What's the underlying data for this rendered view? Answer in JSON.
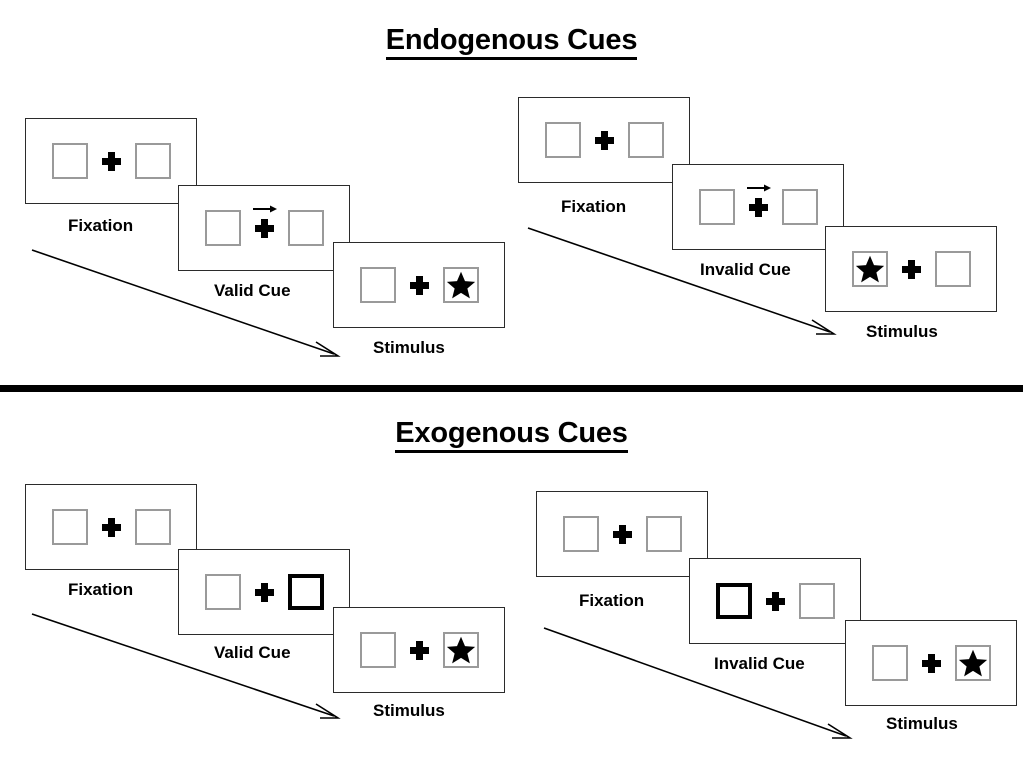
{
  "figure": {
    "background_color": "#ffffff",
    "ink_color": "#000000",
    "box_outline_color": "#9a9a9a",
    "cue_highlight_color": "#000000"
  },
  "sections": [
    {
      "id": "endogenous",
      "title": "Endogenous Cues",
      "cue_type": "central arrow cue",
      "sequences": [
        {
          "id": "endogenous-valid",
          "validity": "valid",
          "panels": [
            {
              "caption": "Fixation",
              "left_box": "empty",
              "right_box": "empty",
              "cue": "none",
              "stimulus_side": "none"
            },
            {
              "caption": "Valid Cue",
              "left_box": "empty",
              "right_box": "empty",
              "cue": "arrow-right",
              "stimulus_side": "none"
            },
            {
              "caption": "Stimulus",
              "left_box": "empty",
              "right_box": "star",
              "cue": "none",
              "stimulus_side": "right"
            }
          ]
        },
        {
          "id": "endogenous-invalid",
          "validity": "invalid",
          "panels": [
            {
              "caption": "Fixation",
              "left_box": "empty",
              "right_box": "empty",
              "cue": "none",
              "stimulus_side": "none"
            },
            {
              "caption": "Invalid Cue",
              "left_box": "empty",
              "right_box": "empty",
              "cue": "arrow-right",
              "stimulus_side": "none"
            },
            {
              "caption": "Stimulus",
              "left_box": "star",
              "right_box": "empty",
              "cue": "none",
              "stimulus_side": "left"
            }
          ]
        }
      ]
    },
    {
      "id": "exogenous",
      "title": "Exogenous Cues",
      "cue_type": "peripheral box flash",
      "sequences": [
        {
          "id": "exogenous-valid",
          "validity": "valid",
          "panels": [
            {
              "caption": "Fixation",
              "left_box": "empty",
              "right_box": "empty",
              "cue": "none",
              "stimulus_side": "none"
            },
            {
              "caption": "Valid Cue",
              "left_box": "empty",
              "right_box": "cued",
              "cue": "box-right",
              "stimulus_side": "none"
            },
            {
              "caption": "Stimulus",
              "left_box": "empty",
              "right_box": "star",
              "cue": "none",
              "stimulus_side": "right"
            }
          ]
        },
        {
          "id": "exogenous-invalid",
          "validity": "invalid",
          "panels": [
            {
              "caption": "Fixation",
              "left_box": "empty",
              "right_box": "empty",
              "cue": "none",
              "stimulus_side": "none"
            },
            {
              "caption": "Invalid Cue",
              "left_box": "cued",
              "right_box": "empty",
              "cue": "box-left",
              "stimulus_side": "none"
            },
            {
              "caption": "Stimulus",
              "left_box": "empty",
              "right_box": "star",
              "cue": "none",
              "stimulus_side": "right"
            }
          ]
        }
      ]
    }
  ],
  "icons": {
    "fixation_cross": "plus-icon",
    "star_target": "star-icon",
    "directional_cue": "arrow-right-icon",
    "time_flow": "time-arrow-icon"
  }
}
